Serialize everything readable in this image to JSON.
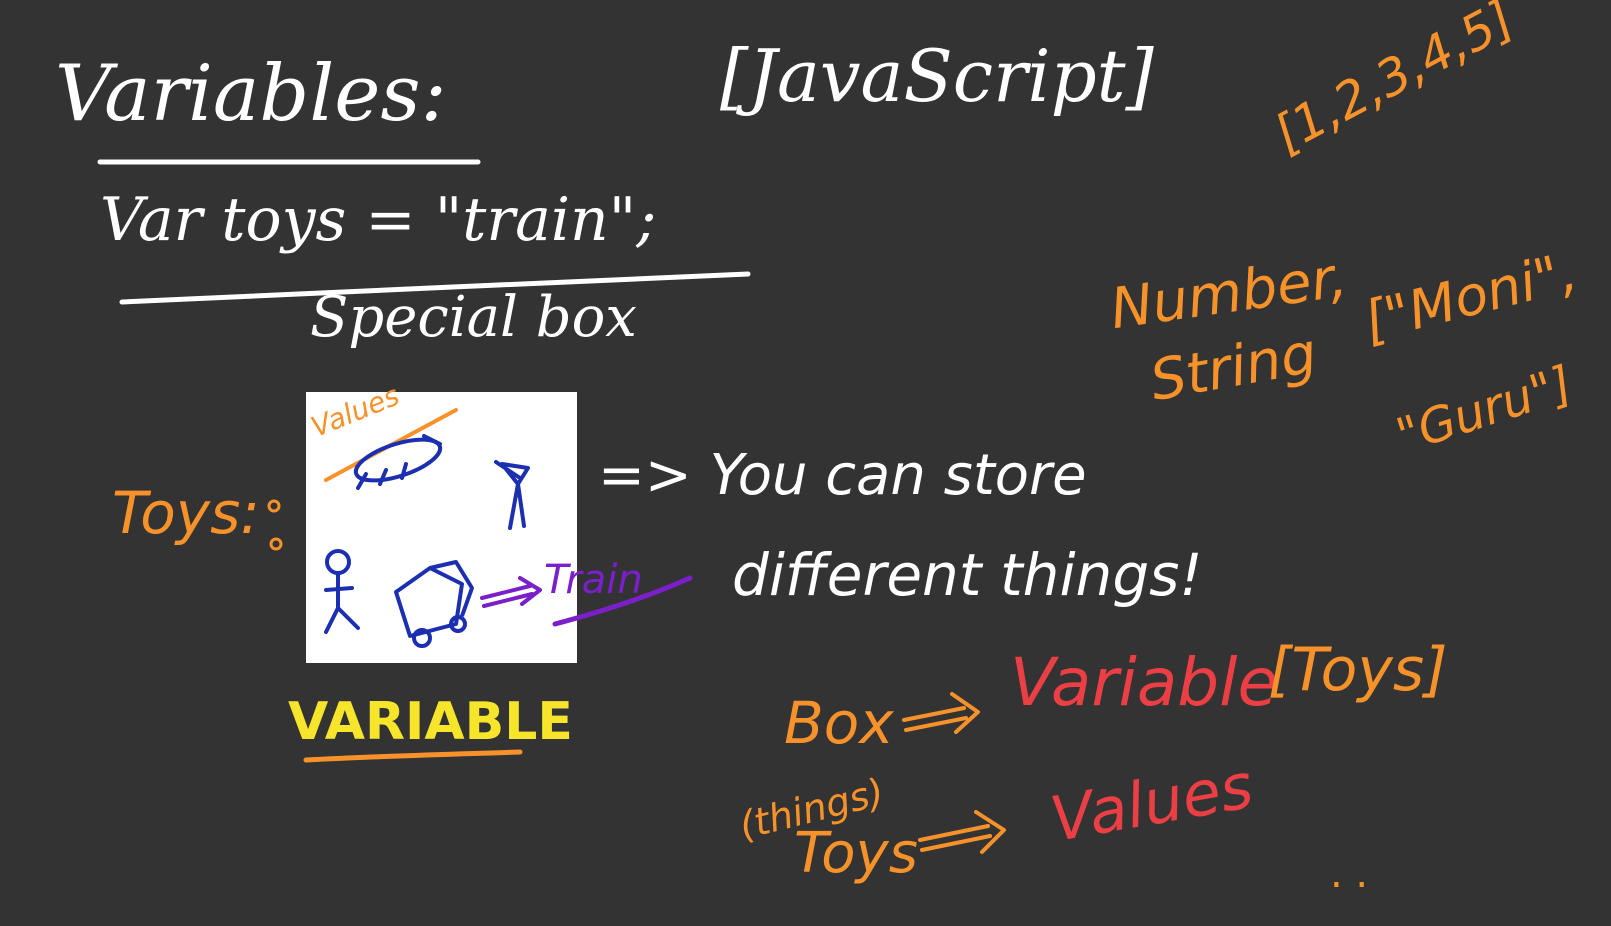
{
  "board": {
    "heading": "Variables:",
    "language_tag": "[JavaScript]",
    "code_line": "Var toys = \"train\";",
    "code_caption": "Special box",
    "toys_label": "Toys:",
    "box_values_label": "Values",
    "box_train_label": "Train",
    "variable_label": "VARIABLE",
    "arrow_text_line1": "=> You can store",
    "arrow_text_line2": "different things!",
    "types": {
      "number": "Number,",
      "number_example": "[1,2,3,4,5]",
      "string": "String",
      "string_example_1": "[\"Moni\",",
      "string_example_2": "\"Guru\"]"
    },
    "mapping": {
      "box": "Box",
      "things": "(things)",
      "variable": "Variable",
      "variable_toys": "[Toys]",
      "toys": "Toys",
      "values": "Values",
      "ellipsis": ". ."
    }
  },
  "colors": {
    "background": "#333333",
    "chalk_white": "#ffffff",
    "orange": "#f7922b",
    "red": "#ec3f45",
    "yellow": "#f6e52a",
    "purple": "#7a1fc9",
    "blue": "#1c2fb0"
  }
}
